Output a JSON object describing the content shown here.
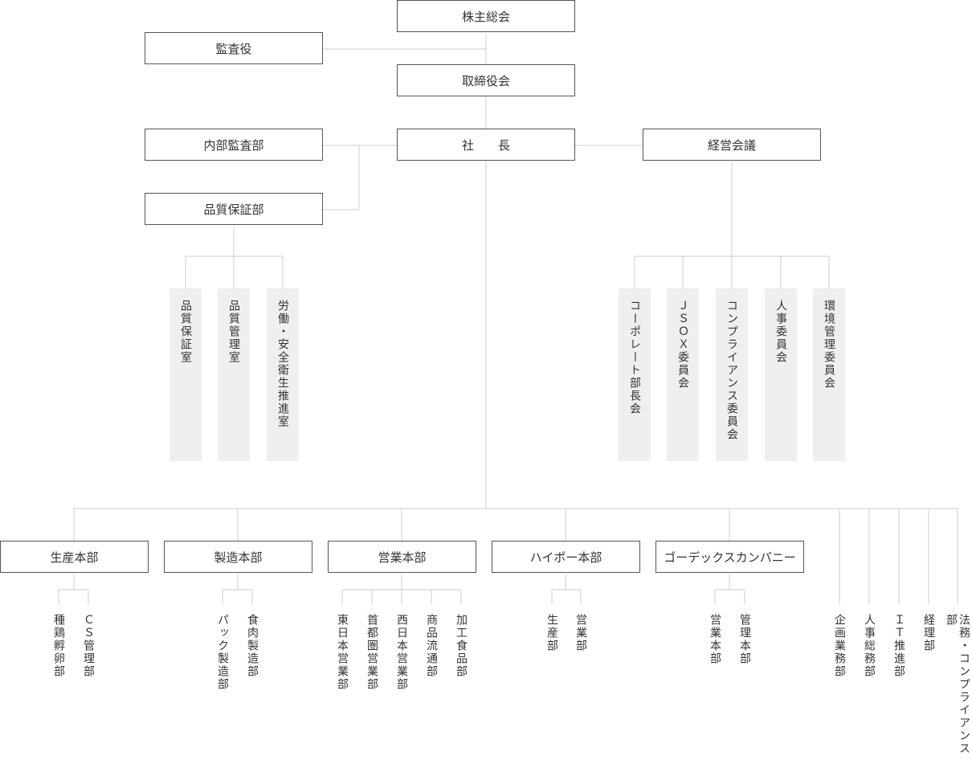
{
  "top": {
    "shareholders": "株主総会",
    "auditor": "監査役",
    "board": "取締役会",
    "internal_audit": "内部監査部",
    "president": "社　　長",
    "management_meeting": "経営会議",
    "quality_assurance": "品質保証部"
  },
  "qa_sections": [
    "品質保証室",
    "品質管理室",
    "労働・安全衛生推進室"
  ],
  "committees": [
    "コーポレート部長会",
    "ＪＳＯＸ委員会",
    "コンプライアンス委員会",
    "人事委員会",
    "環境管理委員会"
  ],
  "divisions": [
    {
      "name": "生産本部",
      "children": [
        "種鶏孵卵部",
        "ＣＳ管理部"
      ]
    },
    {
      "name": "製造本部",
      "children": [
        "パック製造部",
        "食肉製造部"
      ]
    },
    {
      "name": "営業本部",
      "children": [
        "東日本営業部",
        "首都圏営業部",
        "西日本営業部",
        "商品流通部",
        "加工食品部"
      ]
    },
    {
      "name": "ハイポー本部",
      "children": [
        "生産部",
        "営業部"
      ]
    },
    {
      "name": "ゴーデックスカンパニー",
      "children": [
        "営業本部",
        "管理本部"
      ]
    }
  ],
  "staff_departments": [
    "企画業務部",
    "人事総務部",
    "ＩＴ推進部",
    "経理部",
    "法務・コンプライアンス部"
  ]
}
